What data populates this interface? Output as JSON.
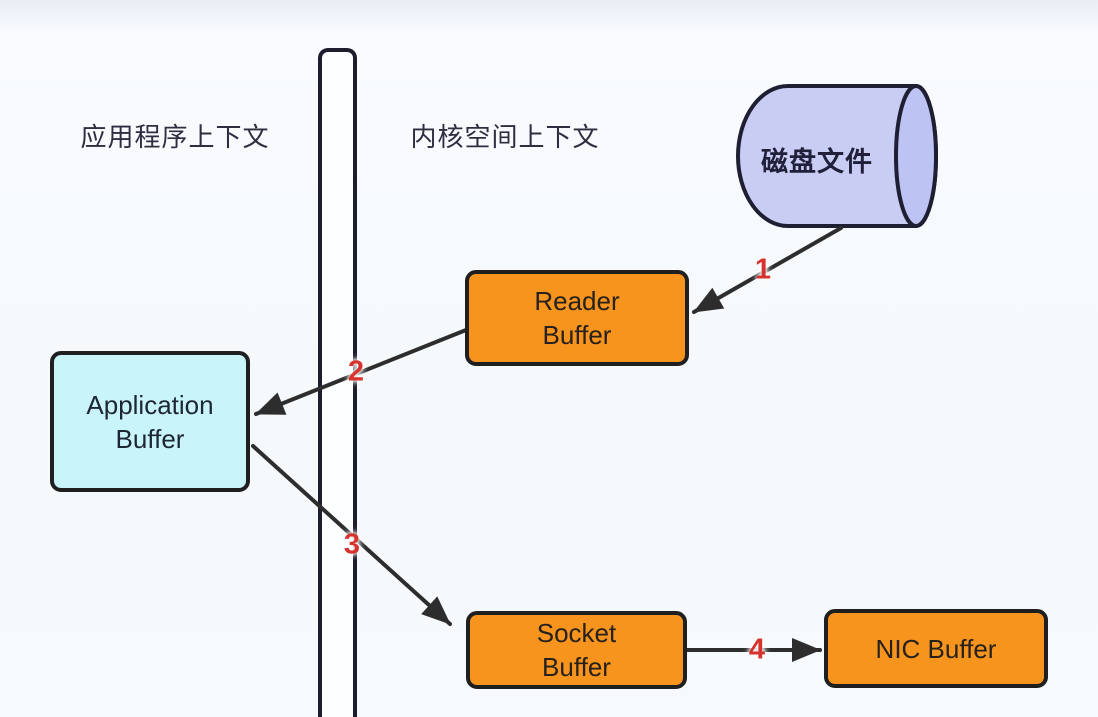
{
  "contexts": {
    "left": "应用程序上下文",
    "right": "内核空间上下文"
  },
  "nodes": {
    "disk_file": {
      "label": "磁盘文件",
      "shape": "cylinder",
      "fill": "#c9cdf4",
      "cap_fill": "#bdc3f2"
    },
    "reader_buffer": {
      "line1": "Reader",
      "line2": "Buffer",
      "fill": "#f7941d"
    },
    "application_buffer": {
      "line1": "Application",
      "line2": "Buffer",
      "fill": "#c9f4f9"
    },
    "socket_buffer": {
      "line1": "Socket",
      "line2": "Buffer",
      "fill": "#f7941d"
    },
    "nic_buffer": {
      "label": "NIC Buffer",
      "fill": "#f7941d"
    }
  },
  "steps": [
    {
      "number": "1",
      "from": "disk_file",
      "to": "reader_buffer"
    },
    {
      "number": "2",
      "from": "reader_buffer",
      "to": "application_buffer"
    },
    {
      "number": "3",
      "from": "application_buffer",
      "to": "socket_buffer"
    },
    {
      "number": "4",
      "from": "socket_buffer",
      "to": "nic_buffer"
    }
  ],
  "colors": {
    "arrow": "#2d2d2d",
    "step_number": "#d6332e",
    "node_border": "#1f1f1f",
    "divider_border": "#1d1d30",
    "background": "#f5f9fc"
  }
}
